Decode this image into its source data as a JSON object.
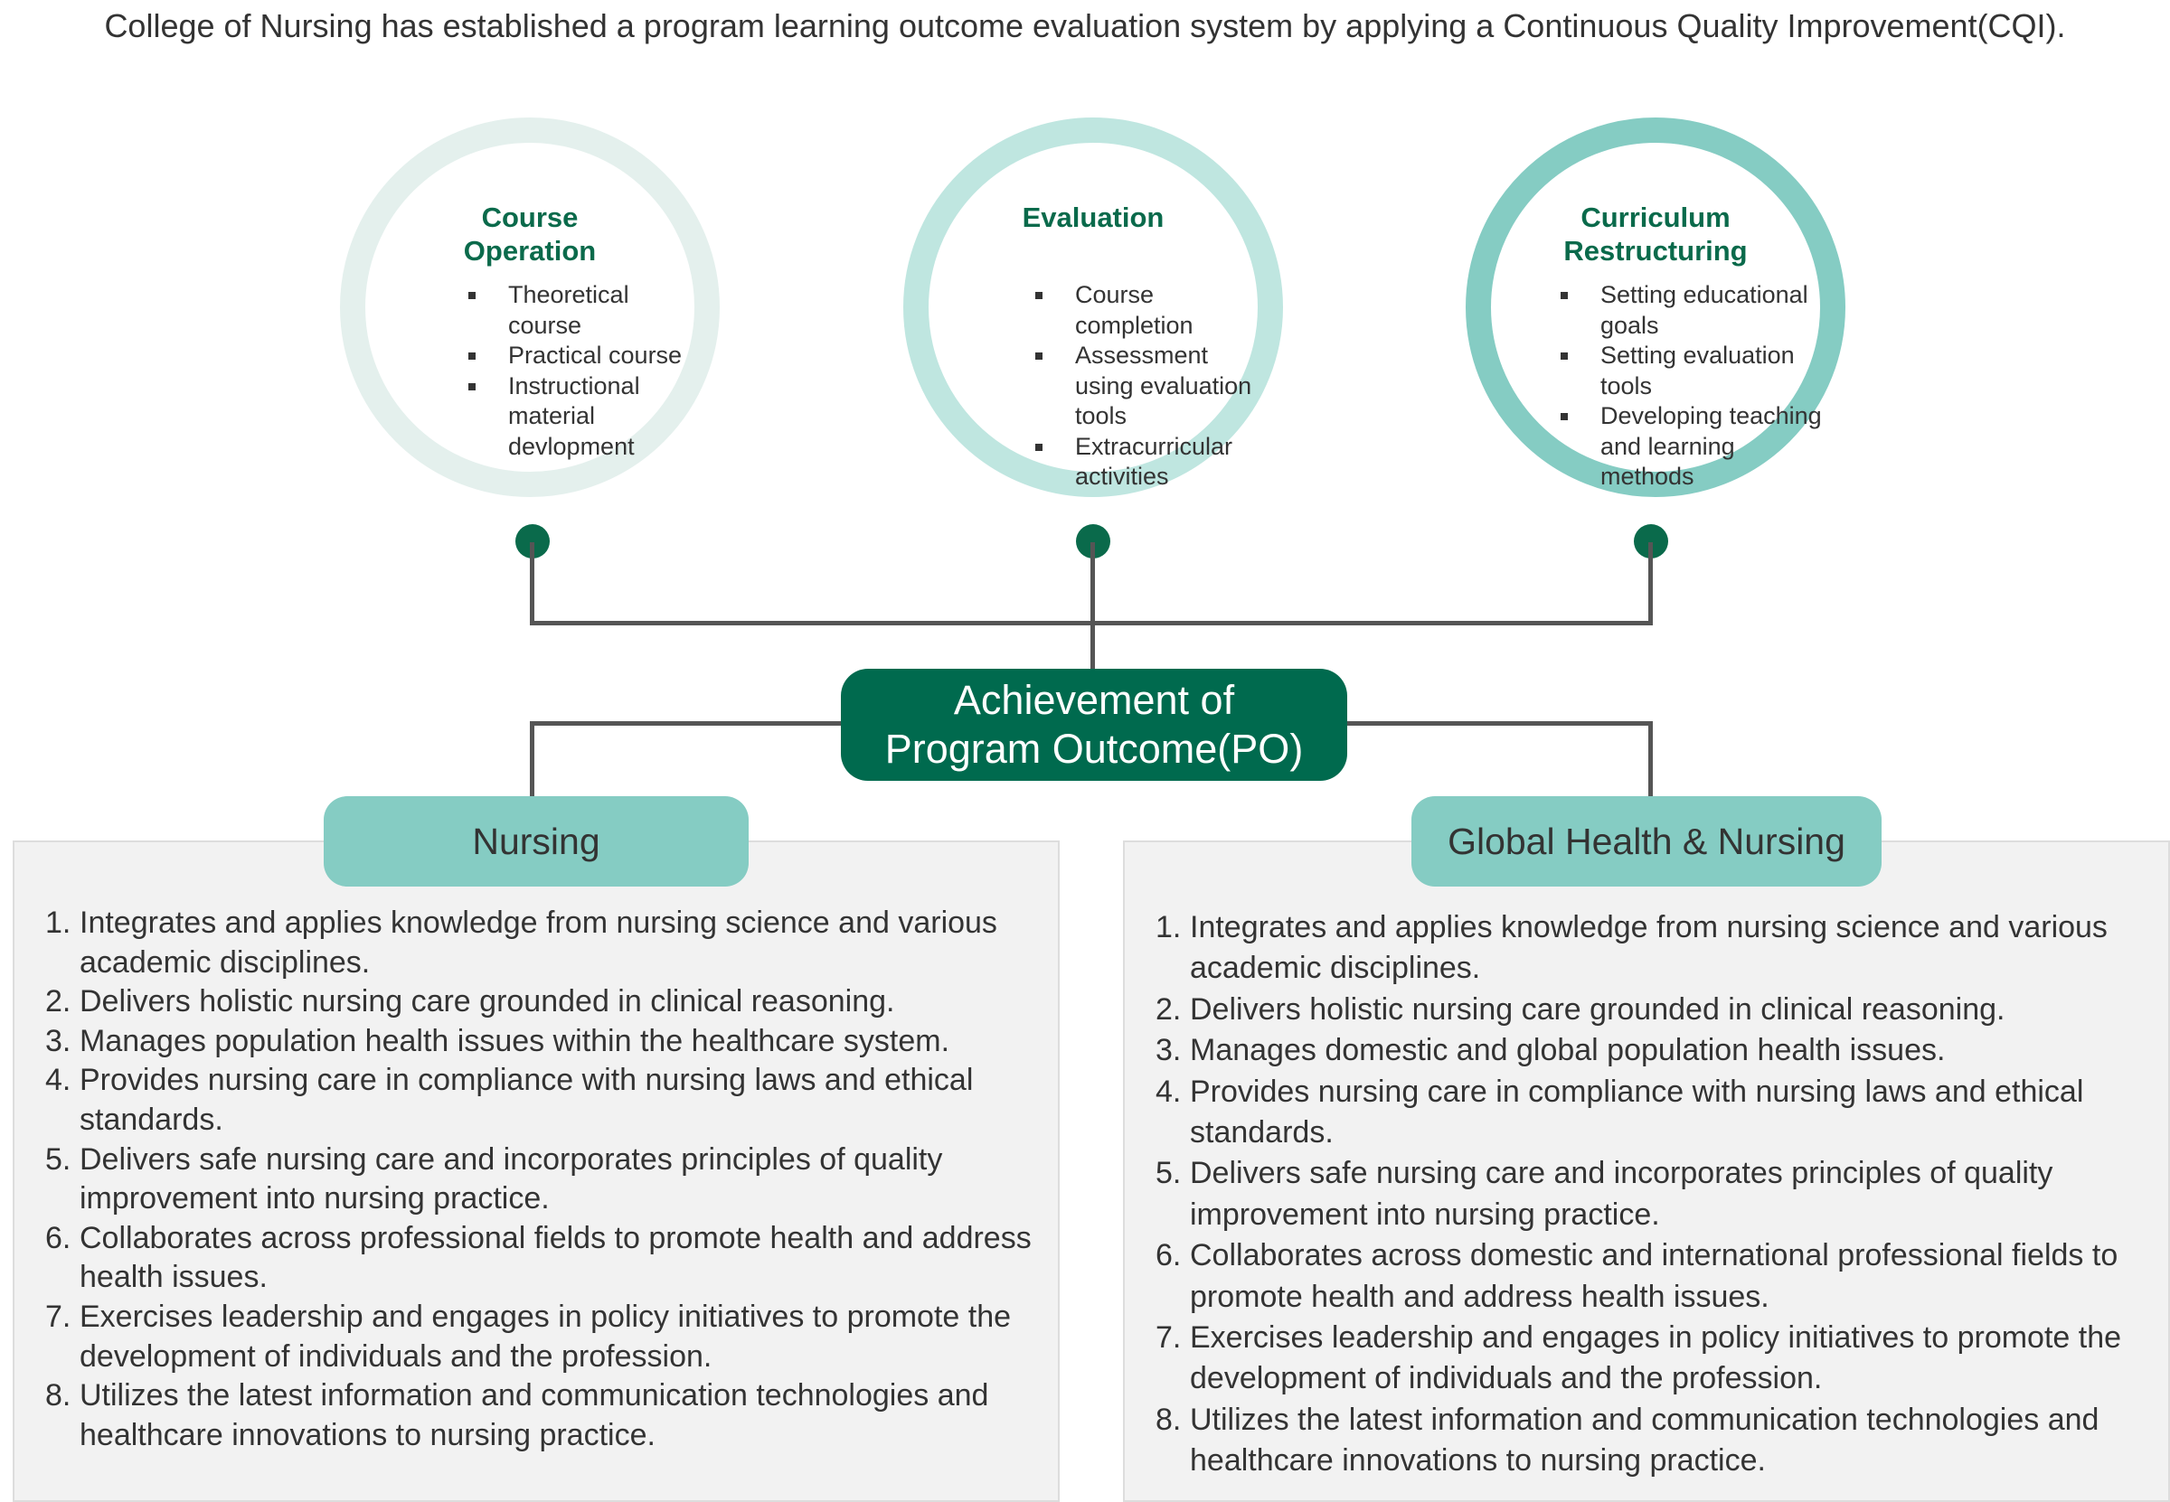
{
  "headline": "College of Nursing has established a program learning outcome evaluation system by applying a Continuous Quality Improvement(CQI).",
  "cycle": [
    {
      "title_lines": [
        "Course",
        "Operation"
      ],
      "items": [
        "Theoretical course",
        "Practical course",
        "Instructional material devlopment"
      ]
    },
    {
      "title_lines": [
        "Evaluation"
      ],
      "items": [
        "Course completion",
        "Assessment using evaluation tools",
        "Extracurricular activities"
      ]
    },
    {
      "title_lines": [
        "Curriculum",
        "Restructuring"
      ],
      "items": [
        "Setting educational goals",
        "Setting evaluation tools",
        "Developing teaching and learning methods"
      ]
    }
  ],
  "center": {
    "lines": [
      "Achievement of",
      "Program Outcome(PO)"
    ]
  },
  "programs": {
    "nursing": {
      "title": "Nursing",
      "outcomes": [
        {
          "num": "1.",
          "text": "Integrates and applies knowledge from nursing science and various academic disciplines."
        },
        {
          "num": "2.",
          "text": "Delivers holistic nursing care grounded in clinical reasoning."
        },
        {
          "num": "3.",
          "text": "Manages population health issues within the healthcare system."
        },
        {
          "num": "4.",
          "text": "Provides nursing care in compliance with nursing laws and ethical standards."
        },
        {
          "num": "5.",
          "text": "Delivers safe nursing care and incorporates principles of quality improvement into nursing practice."
        },
        {
          "num": "6.",
          "text": "Collaborates across professional fields to promote health and address health issues."
        },
        {
          "num": "7.",
          "text": "Exercises leadership and engages in policy initiatives to promote the development of individuals and the profession."
        },
        {
          "num": "8.",
          "text": "Utilizes the latest information and communication technologies and healthcare innovations to nursing practice."
        }
      ]
    },
    "global": {
      "title": "Global Health & Nursing",
      "outcomes": [
        {
          "num": "1.",
          "text": "Integrates and applies knowledge from nursing science and various academic disciplines."
        },
        {
          "num": "2.",
          "text": "Delivers holistic nursing care grounded in clinical reasoning."
        },
        {
          "num": "3.",
          "text": "Manages domestic and global population health issues."
        },
        {
          "num": "4.",
          "text": "Provides nursing care in compliance with nursing laws and ethical standards."
        },
        {
          "num": "5.",
          "text": "Delivers safe nursing care and incorporates principles of quality improvement into nursing practice."
        },
        {
          "num": "6.",
          "text": "Collaborates across domestic and international professional fields to promote health and address health issues."
        },
        {
          "num": "7.",
          "text": "Exercises leadership and engages in policy initiatives to promote the development of individuals and the profession."
        },
        {
          "num": "8.",
          "text": "Utilizes the latest information and communication technologies and healthcare innovations to nursing practice."
        }
      ]
    }
  },
  "colors": {
    "dark_green": "#006a4e",
    "title_green": "#0a6a4b",
    "ring_light": "#e4f0ed",
    "ring_mid": "#bfe6e0",
    "ring_dark": "#85ccc3",
    "tab": "#85ccc3",
    "panel_bg": "#f2f2f2",
    "connector": "#555555"
  }
}
